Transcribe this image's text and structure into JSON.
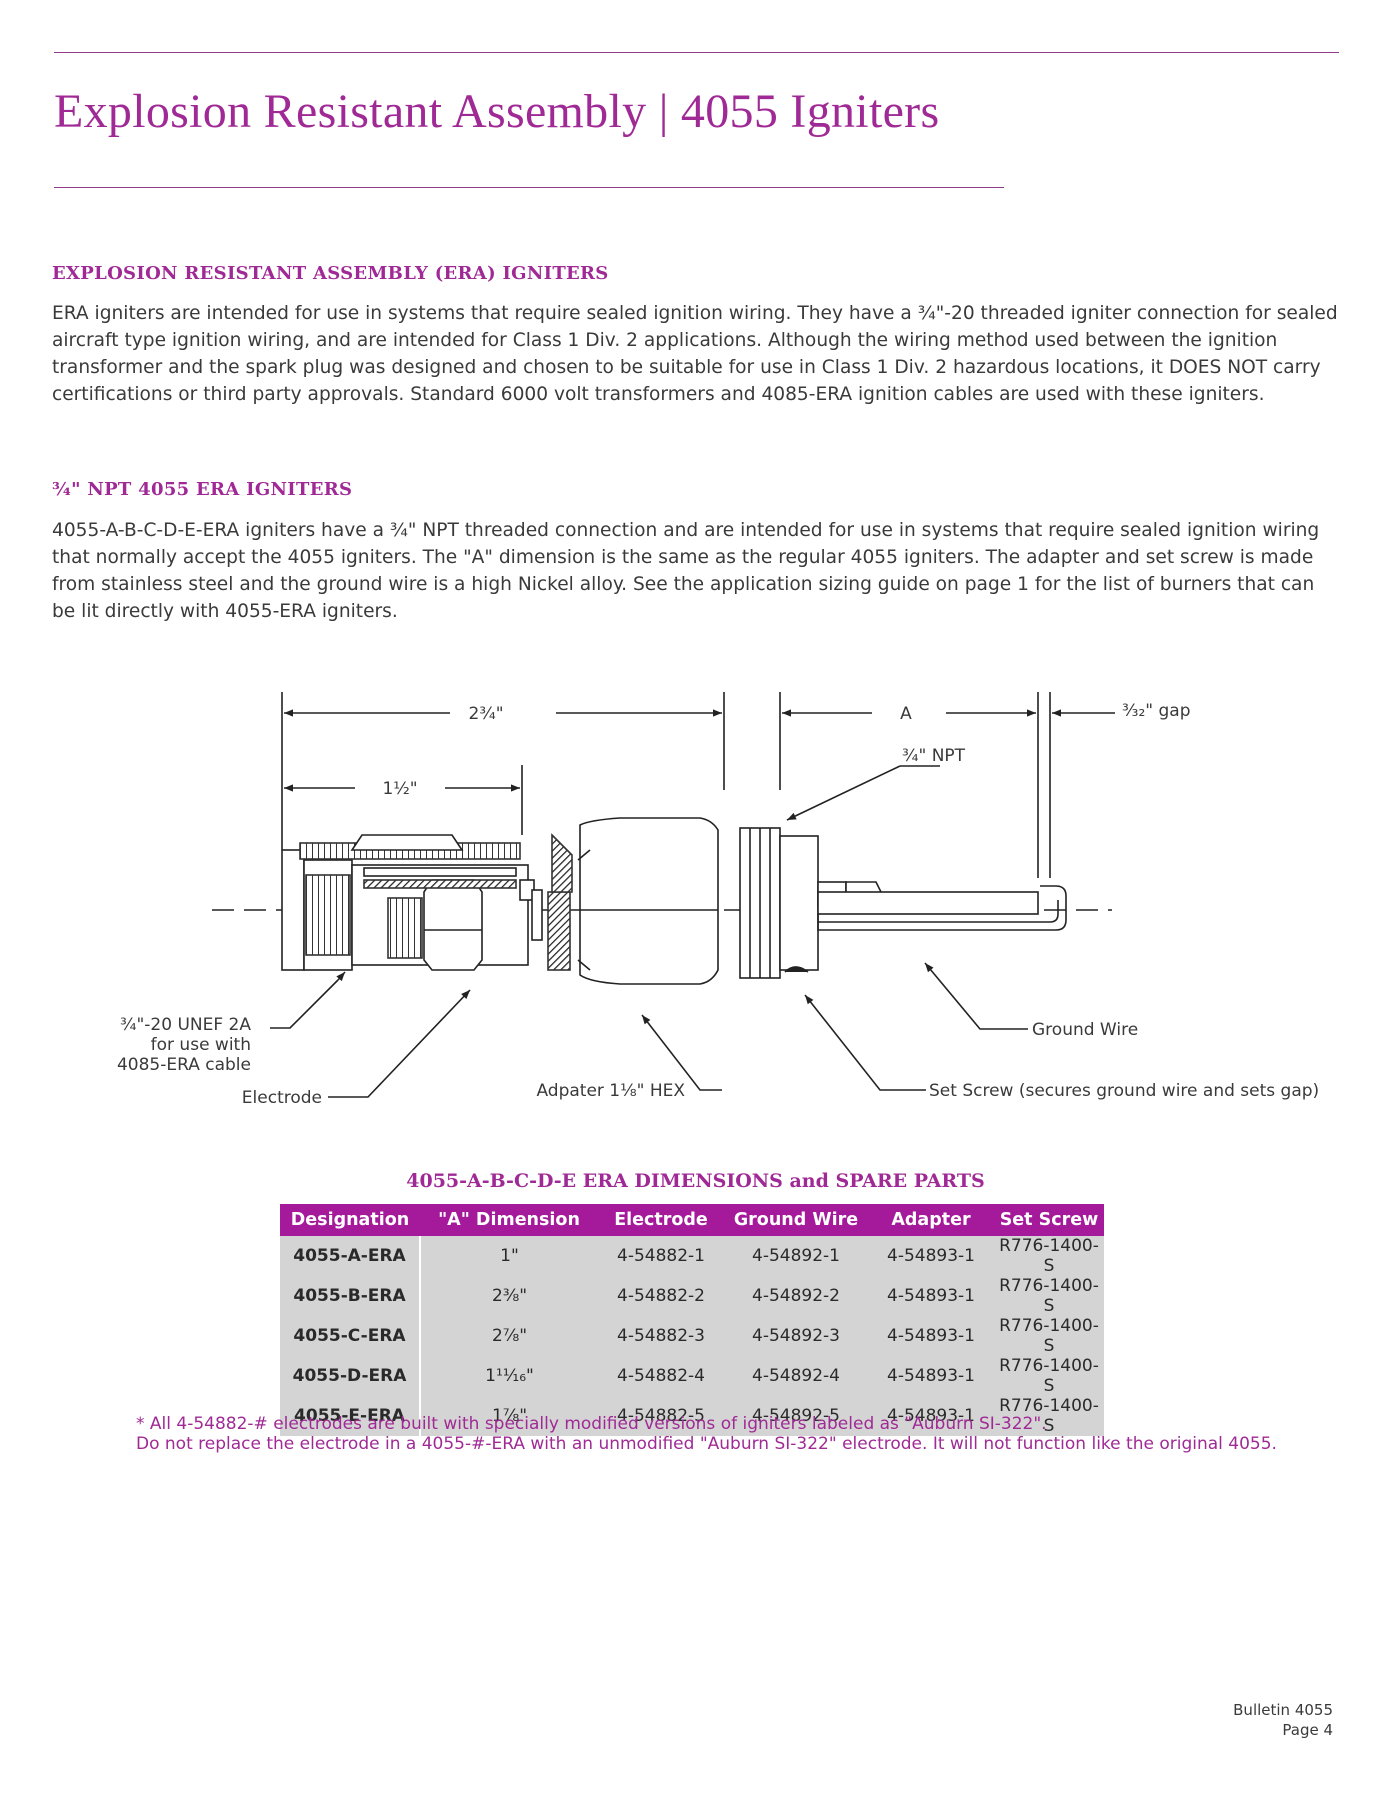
{
  "page": {
    "title": "Explosion Resistant Assembly | 4055 Igniters",
    "accent_color": "#a02a95",
    "header_color": "#a5199b"
  },
  "sections": [
    {
      "heading": "EXPLOSION RESISTANT ASSEMBLY (ERA) IGNITERS",
      "paragraph": "ERA igniters are intended for use in systems that require sealed ignition wiring. They have a ¾\"-20 threaded igniter connection for sealed aircraft type ignition wiring, and are intended for Class 1 Div. 2 applications. Although the wiring method used between the ignition transformer and the spark plug was designed and chosen to be suitable for use in Class 1 Div. 2 hazardous locations, it DOES NOT carry certifications or third party approvals. Standard 6000 volt transformers and 4085-ERA ignition cables are used with these igniters."
    },
    {
      "heading": "¾\" NPT 4055 ERA IGNITERS",
      "paragraph": "4055-A-B-C-D-E-ERA igniters have a ¾\" NPT threaded connection and are intended for use in systems that require sealed ignition wiring that normally accept the 4055 igniters. The \"A\" dimension is the same as the regular 4055 igniters. The adapter and set screw is made from stainless steel and the ground wire is a high Nickel alloy. See the application sizing guide on page 1 for the list of burners that can be lit directly with 4055-ERA igniters."
    }
  ],
  "diagram": {
    "dim_overall": "2¾\"",
    "dim_a": "A",
    "dim_gap": "³⁄₃₂\" gap",
    "dim_npt": "¾\" NPT",
    "dim_half": "1½\"",
    "label_thread_1": "¾\"-20 UNEF 2A",
    "label_thread_2": "for use with",
    "label_thread_3": "4085-ERA cable",
    "label_electrode": "Electrode",
    "label_adapter": "Adpater 1⅛\" HEX",
    "label_setscrew": "Set Screw (secures ground wire and sets gap)",
    "label_ground_wire": "Ground Wire"
  },
  "table": {
    "title": "4055-A-B-C-D-E ERA DIMENSIONS and SPARE PARTS",
    "columns": [
      "Designation",
      "\"A\" Dimension",
      "Electrode",
      "Ground Wire",
      "Adapter",
      "Set Screw"
    ],
    "rows": [
      [
        "4055-A-ERA",
        "1\"",
        "4-54882-1",
        "4-54892-1",
        "4-54893-1",
        "R776-1400-S"
      ],
      [
        "4055-B-ERA",
        "2⅜\"",
        "4-54882-2",
        "4-54892-2",
        "4-54893-1",
        "R776-1400-S"
      ],
      [
        "4055-C-ERA",
        "2⅞\"",
        "4-54882-3",
        "4-54892-3",
        "4-54893-1",
        "R776-1400-S"
      ],
      [
        "4055-D-ERA",
        "1¹¹⁄₁₆\"",
        "4-54882-4",
        "4-54892-4",
        "4-54893-1",
        "R776-1400-S"
      ],
      [
        "4055-E-ERA",
        "1⅞\"",
        "4-54882-5",
        "4-54892-5",
        "4-54893-1",
        "R776-1400-S"
      ]
    ]
  },
  "notes": [
    "* All 4-54882-# electrodes are built with specially modified versions of igniters labeled as \"Auburn SI-322\".",
    "Do not replace the electrode in a 4055-#-ERA with an unmodified \"Auburn SI-322\" electrode. It will not function like the original 4055."
  ],
  "footer": {
    "bulletin": "Bulletin 4055",
    "page": "Page 4"
  }
}
